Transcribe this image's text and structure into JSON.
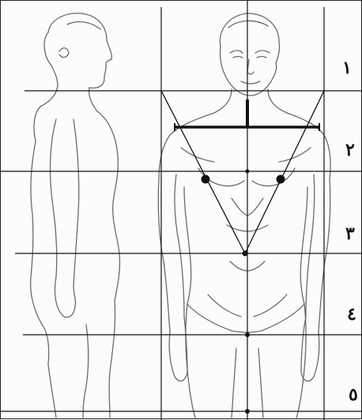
{
  "title": "",
  "section_numbers": [
    "١",
    "٢",
    "٣",
    "٤",
    "٥"
  ],
  "colors": {
    "line": "#111111",
    "sketch": "#6a6a6a",
    "paper": "#fcfcfa"
  },
  "figures": [
    "side-view-figure",
    "front-view-figure"
  ],
  "grid": {
    "horizontal_sections": 5,
    "vertical_guides": 3
  }
}
